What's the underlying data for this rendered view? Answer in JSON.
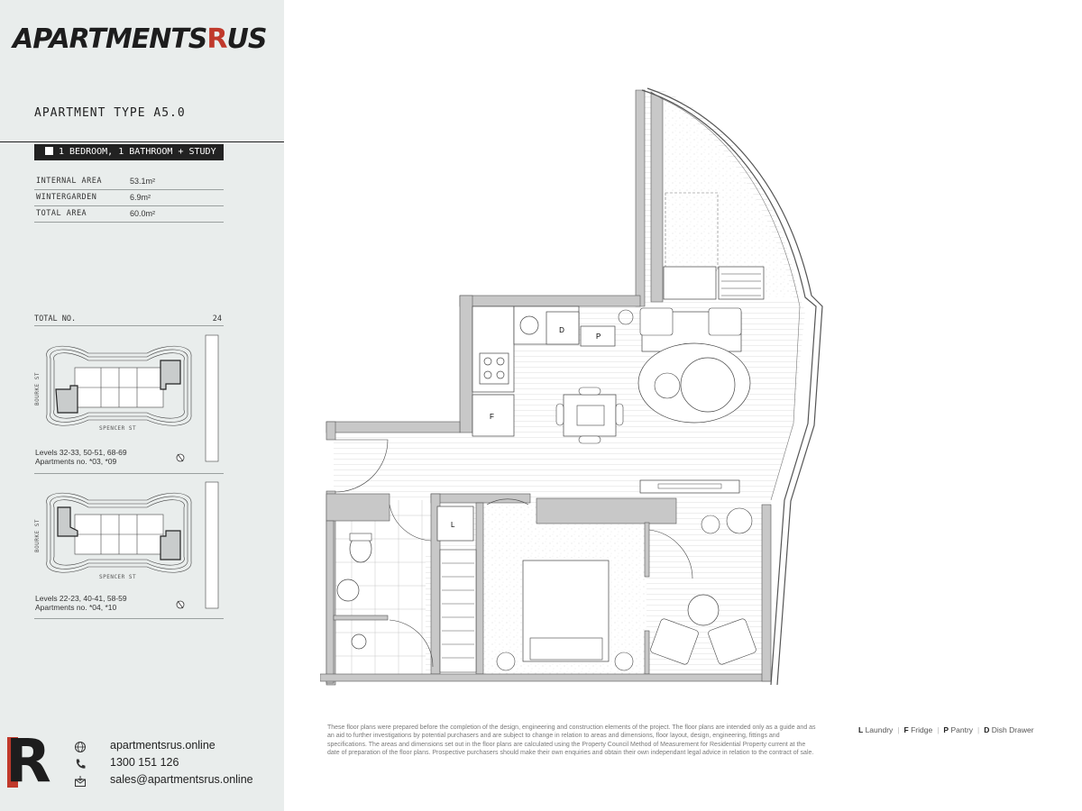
{
  "brand": {
    "logo_text": "APARTMENTS",
    "logo_r": "R",
    "logo_us": "US",
    "accent": "#c0392b",
    "sidebar_bg": "#e9edec"
  },
  "apartment": {
    "type_title": "APARTMENT TYPE A5.0",
    "config": "1 BEDROOM, 1 BATHROOM + STUDY"
  },
  "areas": [
    {
      "label": "INTERNAL AREA",
      "value": "53.1m²"
    },
    {
      "label": "WINTERGARDEN",
      "value": "6.9m²"
    },
    {
      "label": "TOTAL AREA",
      "value": "60.0m²"
    }
  ],
  "total_no": {
    "label": "TOTAL NO.",
    "value": "24"
  },
  "keyplans": [
    {
      "street_side": "BOURKE ST",
      "street_bottom": "SPENCER ST",
      "levels": "Levels 32-33, 50-51, 68-69",
      "apartments": "Apartments no. *03, *09"
    },
    {
      "street_side": "BOURKE ST",
      "street_bottom": "SPENCER ST",
      "levels": "Levels 22-23, 40-41, 58-59",
      "apartments": "Apartments no. *04, *10"
    }
  ],
  "contact": {
    "website": "apartmentsrus.online",
    "phone": "1300 151 126",
    "email": "sales@apartmentsrus.online",
    "icons": [
      "globe-icon",
      "phone-icon",
      "mail-icon"
    ]
  },
  "plan_labels": {
    "dish": "D",
    "pantry": "P",
    "fridge": "F",
    "laundry": "L"
  },
  "disclaimer": "These floor plans were prepared before the completion of the design, engineering and construction elements of the project. The floor plans are intended only as a guide and as an aid to further investigations by potential purchasers and are subject to change in relation to areas and dimensions, floor layout, design, engineering, fittings and specifications. The areas and dimensions set out in the floor plans are calculated using the Property Council Method of Measurement for Residential Property current at the date of preparation of the floor plans. Prospective purchasers should make their own enquiries and obtain their own independant legal advice in relation to the contract of sale.",
  "legend": [
    {
      "key": "L",
      "label": "Laundry"
    },
    {
      "key": "F",
      "label": "Fridge"
    },
    {
      "key": "P",
      "label": "Pantry"
    },
    {
      "key": "D",
      "label": "Dish Drawer"
    }
  ]
}
